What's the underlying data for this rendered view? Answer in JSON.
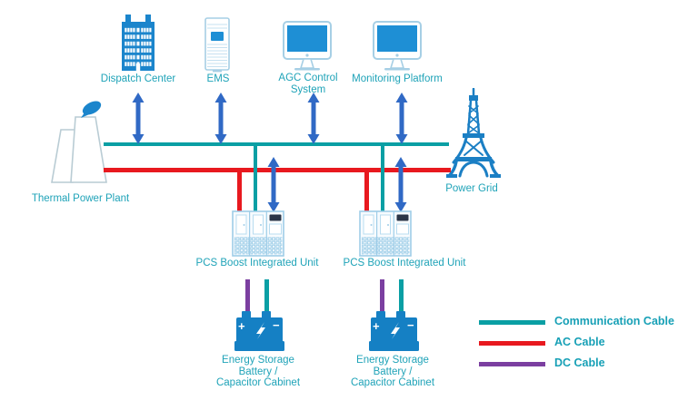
{
  "nodes": {
    "dispatch_center": {
      "label": "Dispatch Center",
      "icon": "office-building-icon"
    },
    "ems": {
      "label": "EMS",
      "icon": "server-tower-icon"
    },
    "agc": {
      "label_line1": "AGC Control",
      "label_line2": "System",
      "icon": "monitor-icon"
    },
    "monitoring_platform": {
      "label": "Monitoring Platform",
      "icon": "monitor-icon"
    },
    "thermal_power_plant": {
      "label": "Thermal Power Plant",
      "icon": "cooling-tower-icon"
    },
    "power_grid": {
      "label": "Power Grid",
      "icon": "transmission-tower-icon"
    },
    "pcs_unit_1": {
      "label": "PCS Boost Integrated Unit",
      "icon": "converter-cabinet-icon"
    },
    "pcs_unit_2": {
      "label": "PCS Boost Integrated Unit",
      "icon": "converter-cabinet-icon"
    },
    "battery_1": {
      "label_line1": "Energy Storage",
      "label_line2": "Battery /",
      "label_line3": "Capacitor Cabinet",
      "icon": "battery-icon"
    },
    "battery_2": {
      "label_line1": "Energy Storage",
      "label_line2": "Battery /",
      "label_line3": "Capacitor Cabinet",
      "icon": "battery-icon"
    }
  },
  "battery_symbols": {
    "plus": "+",
    "minus": "−"
  },
  "legend": {
    "items": [
      {
        "label": "Communication Cable",
        "color": "#0a9fa4"
      },
      {
        "label": "AC Cable",
        "color": "#e8191f"
      },
      {
        "label": "DC Cable",
        "color": "#7b3fa0"
      }
    ]
  },
  "colors": {
    "communication_cable": "#0a9fa4",
    "ac_cable": "#e8191f",
    "dc_cable": "#7b3fa0",
    "arrow_blue": "#3069c5",
    "icon_blue": "#1b85cc",
    "icon_outline": "#a6cfe5",
    "label_teal": "#1fa3b8"
  }
}
